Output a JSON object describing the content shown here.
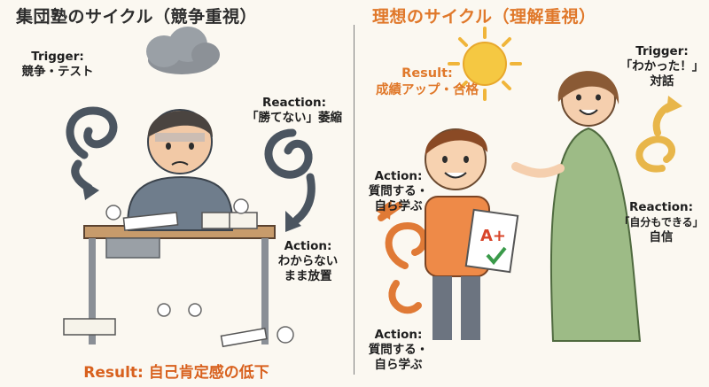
{
  "left": {
    "title": "集団塾のサイクル（競争重視）",
    "trigger_head": "Trigger:",
    "trigger_text": "競争・テスト",
    "reaction_head": "Reaction:",
    "reaction_text": "「勝てない」萎縮",
    "action_head": "Action:",
    "action_line1": "わからない",
    "action_line2": "まま放置",
    "result_text": "Result: 自己肯定感の低下"
  },
  "right": {
    "title": "理想のサイクル（理解重視）",
    "result_head": "Result:",
    "result_text": "成績アップ・合格",
    "trigger_head": "Trigger:",
    "trigger_line1": "「わかった！」",
    "trigger_line2": "対話",
    "action1_head": "Action:",
    "action1_line1": "質問する・",
    "action1_line2": "自ら学ぶ",
    "reaction_head": "Reaction:",
    "reaction_line1": "「自分もできる」",
    "reaction_line2": "自信",
    "action2_head": "Action:",
    "action2_line1": "質問する・",
    "action2_line2": "自ら学ぶ",
    "grade": "A+"
  },
  "colors": {
    "accent_orange": "#e0782a",
    "result_red": "#d8611e",
    "spiral_dark": "#4b5560",
    "spiral_gold": "#e8b64a",
    "spiral_orange": "#e07a36"
  }
}
